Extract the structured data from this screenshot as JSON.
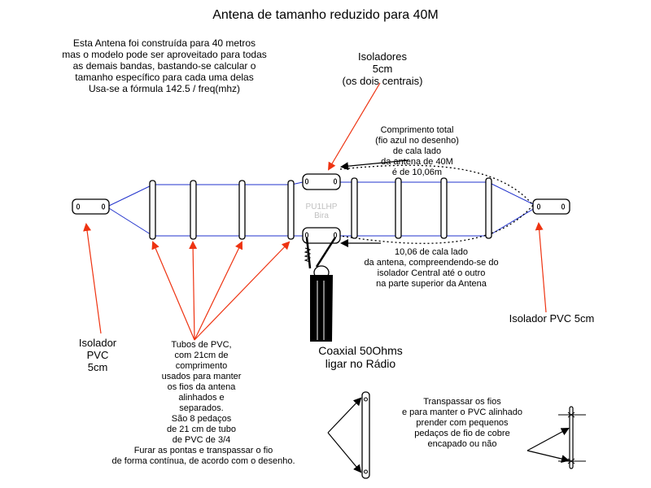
{
  "title": "Antena de tamanho reduzido para 40M",
  "intro": [
    "Esta Antena foi construída para 40 metros",
    "mas o modelo pode ser aproveitado para todas",
    "as demais bandas, bastando-se calcular o",
    "tamanho específico para cada uma delas",
    "Usa-se a fórmula 142.5 / freq(mhz)"
  ],
  "isoladores_label": [
    "Isoladores",
    "5cm",
    "(os dois centrais)"
  ],
  "comprimento_total": [
    "Comprimento total",
    "(fio azul no desenho)",
    "de cala lado",
    "da antena de 40M",
    "é de 10,06m"
  ],
  "cada_lado": [
    "10,06 de cala lado",
    "da antena, compreendendo-se do",
    "isolador Central até o outro",
    "na parte superior da Antena"
  ],
  "isolador_right": "Isolador PVC 5cm",
  "isolador_left": [
    "Isolador",
    "PVC",
    "5cm"
  ],
  "tubos_pvc": [
    "Tubos de PVC,",
    "com 21cm de",
    "comprimento",
    "usados para manter",
    "os fios da antena",
    "alinhados e",
    "separados.",
    "São 8 pedaços",
    "de 21 cm de tubo",
    "de PVC de 3/4",
    "Furar as pontas e transpassar o fio",
    "de forma contínua, de acordo com o desenho."
  ],
  "coaxial": [
    "Coaxial 50Ohms",
    "ligar no Rádio"
  ],
  "transpassar": [
    "Transpassar os fios",
    "e para manter o PVC alinhado",
    "prender  com pequenos",
    "pedaços de fio de cobre",
    "encapado ou não"
  ],
  "watermark": [
    "PU1LHP",
    "Bira"
  ],
  "colors": {
    "wire": "#2233cc",
    "arrow": "#ee3311",
    "line": "#000000",
    "watermark": "#c0c0c0"
  }
}
